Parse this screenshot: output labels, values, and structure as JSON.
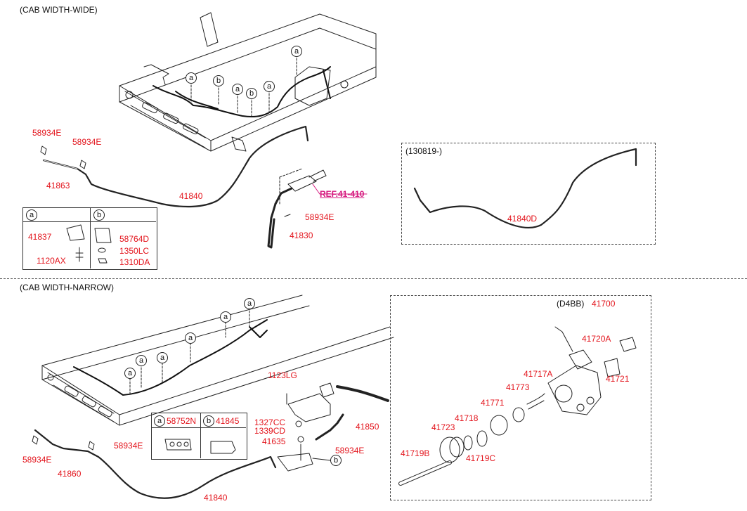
{
  "sections": {
    "wide_title": "(CAB WIDTH-WIDE)",
    "narrow_title": "(CAB WIDTH-NARROW)",
    "date_note": "(130819-)",
    "d4bb_note": "(D4BB)"
  },
  "callout_letters": {
    "a": "a",
    "b": "b"
  },
  "labels": {
    "p58934E_a": "58934E",
    "p58934E_b": "58934E",
    "p41863": "41863",
    "p41840_top": "41840",
    "p41837": "41837",
    "p1120AX": "1120AX",
    "p58764D": "58764D",
    "p1350LC": "1350LC",
    "p1310DA": "1310DA",
    "p58934E_c": "58934E",
    "p41830": "41830",
    "ref": "REF.41-410",
    "p41840D": "41840D",
    "p41700": "41700",
    "p41720A": "41720A",
    "p41721": "41721",
    "p41717A": "41717A",
    "p41773": "41773",
    "p41771": "41771",
    "p41718": "41718",
    "p41723": "41723",
    "p41719C": "41719C",
    "p41719B": "41719B",
    "p1123LG": "1123LG",
    "p1327CC": "1327CC",
    "p1339CD": "1339CD",
    "p41635": "41635",
    "p41850": "41850",
    "p58934E_d": "58934E",
    "p58752N": "58752N",
    "p41845": "41845",
    "p58934E_e": "58934E",
    "p58934E_f": "58934E",
    "p41860": "41860",
    "p41840_bot": "41840"
  },
  "colors": {
    "part_number": "#e3141c",
    "reference": "#d6187e",
    "line": "#222222"
  }
}
